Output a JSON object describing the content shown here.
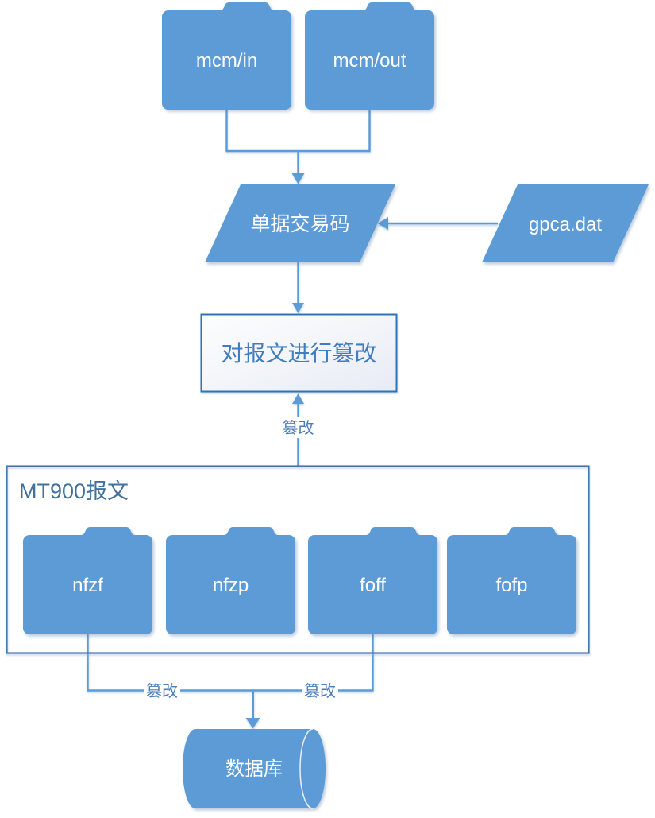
{
  "diagram": {
    "top_folders": [
      {
        "label": "mcm/in"
      },
      {
        "label": "mcm/out"
      }
    ],
    "transaction_code": {
      "label": "单据交易码"
    },
    "gpca_file": {
      "label": "gpca.dat"
    },
    "process_box": {
      "label": "对报文进行篡改"
    },
    "mt900_group": {
      "title": "MT900报文",
      "folders": [
        {
          "label": "nfzf"
        },
        {
          "label": "nfzp"
        },
        {
          "label": "foff"
        },
        {
          "label": "fofp"
        }
      ]
    },
    "database": {
      "label": "数据库"
    },
    "edge_labels": [
      {
        "label": "篡改"
      },
      {
        "label": "篡改"
      },
      {
        "label": "篡改"
      }
    ],
    "colors": {
      "shape_fill": "#5B9BD5",
      "connector_line": "#5B9BD5",
      "container_border": "#4576AD",
      "container_title_text": "#41719C",
      "process_border": "#2E74B5",
      "process_text": "#3F7DC0",
      "edge_label_text": "#4A7EBB",
      "shape_text": "#FFFFFF",
      "background": "#FFFFFF"
    }
  }
}
